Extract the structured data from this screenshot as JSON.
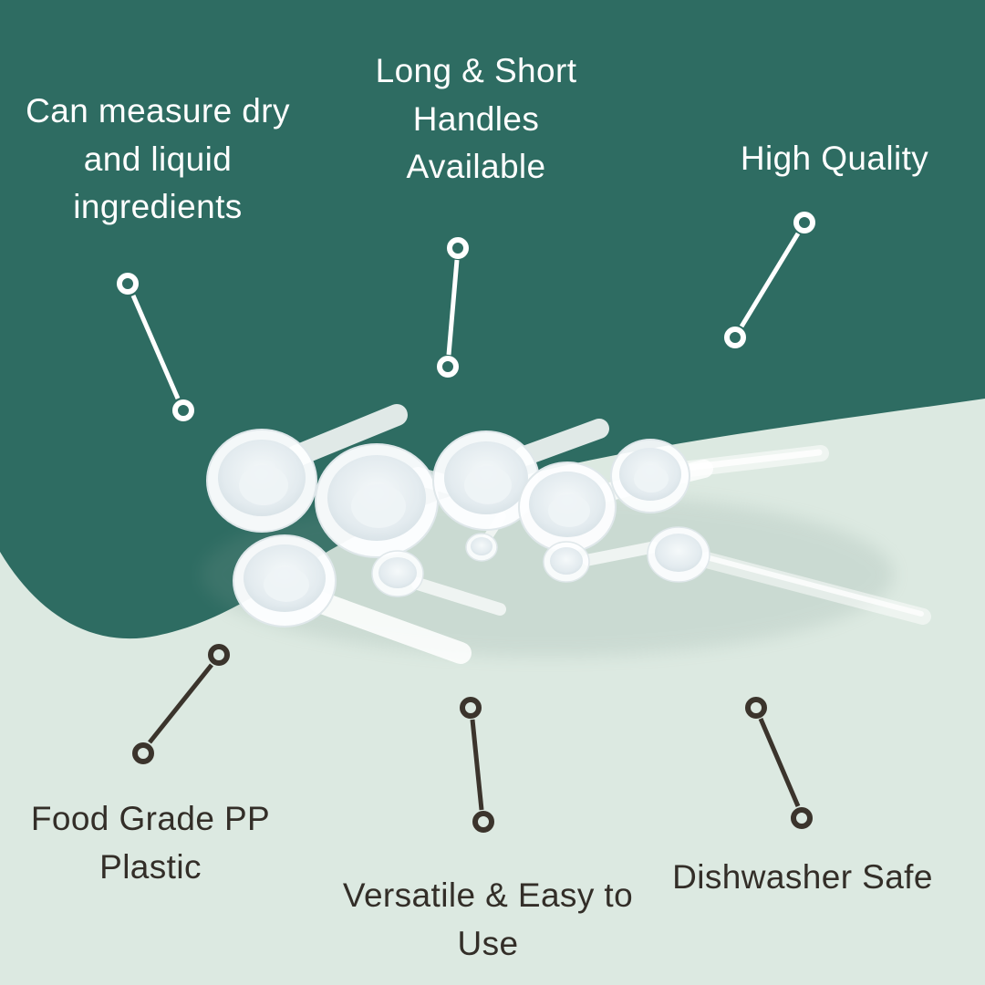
{
  "colors": {
    "teal": "#2E6C62",
    "mint": "#DCE9E1",
    "label-light": "#FFFFFF",
    "label-dark": "#332E28",
    "connector-light": "#FFFFFF",
    "connector-dark": "#3B342C"
  },
  "labels": {
    "top_left": "Can measure dry\nand liquid\ningredients",
    "top_center": "Long & Short\nHandles\nAvailable",
    "top_right": "High Quality",
    "bottom_left": "Food Grade PP\nPlastic",
    "bottom_center": "Versatile & Easy to\nUse",
    "bottom_right": "Dishwasher Safe"
  }
}
